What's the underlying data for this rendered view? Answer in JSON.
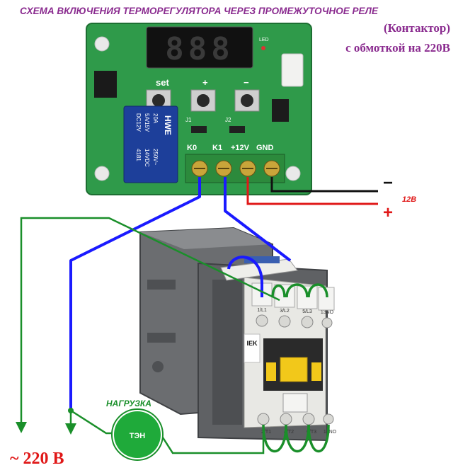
{
  "header": {
    "title": "СХЕМА ВКЛЮЧЕНИЯ ТЕРМОРЕГУЛЯТОРА ЧЕРЕЗ ПРОМЕЖУТОЧНОЕ РЕЛЕ",
    "subtitle_line1": "(Контактор)",
    "subtitle_line2": "с обмоткой на 220В"
  },
  "board": {
    "display": "888",
    "led_label": "LED",
    "button_set": "set",
    "button_plus": "+",
    "button_minus": "−",
    "relay_brand": "HWE",
    "relay_model": "4181",
    "relay_voltage": "DC12V",
    "relay_spec1": "20A",
    "relay_spec2": "5A/15V",
    "relay_spec3": "250V~",
    "relay_spec4": "14VDC",
    "terminal_labels": [
      "K0",
      "K1",
      "+12V",
      "GND"
    ],
    "j1_label": "J1",
    "j2_label": "J2"
  },
  "power": {
    "dc_label": "12В",
    "minus": "−",
    "plus": "+"
  },
  "contactor": {
    "brand": "IEK",
    "top_terminals": [
      "1/L1",
      "3/L2",
      "5/L3",
      "13NO"
    ],
    "bottom_terminals": [
      "2/T1",
      "4/T2",
      "6/T3",
      "14NO"
    ]
  },
  "load": {
    "label": "НАГРУЗКА",
    "element": "ТЭН"
  },
  "mains": {
    "label": "~ 220 В"
  },
  "colors": {
    "pcb": "#2f9a4a",
    "wire_blue": "#1a1aff",
    "wire_green": "#1a8f2a",
    "wire_red": "#e01818",
    "title_purple": "#8a2b8f",
    "contactor_gray": "#6b6d70",
    "contactor_light": "#e8e8e4",
    "contactor_yellow": "#f2c81a"
  }
}
